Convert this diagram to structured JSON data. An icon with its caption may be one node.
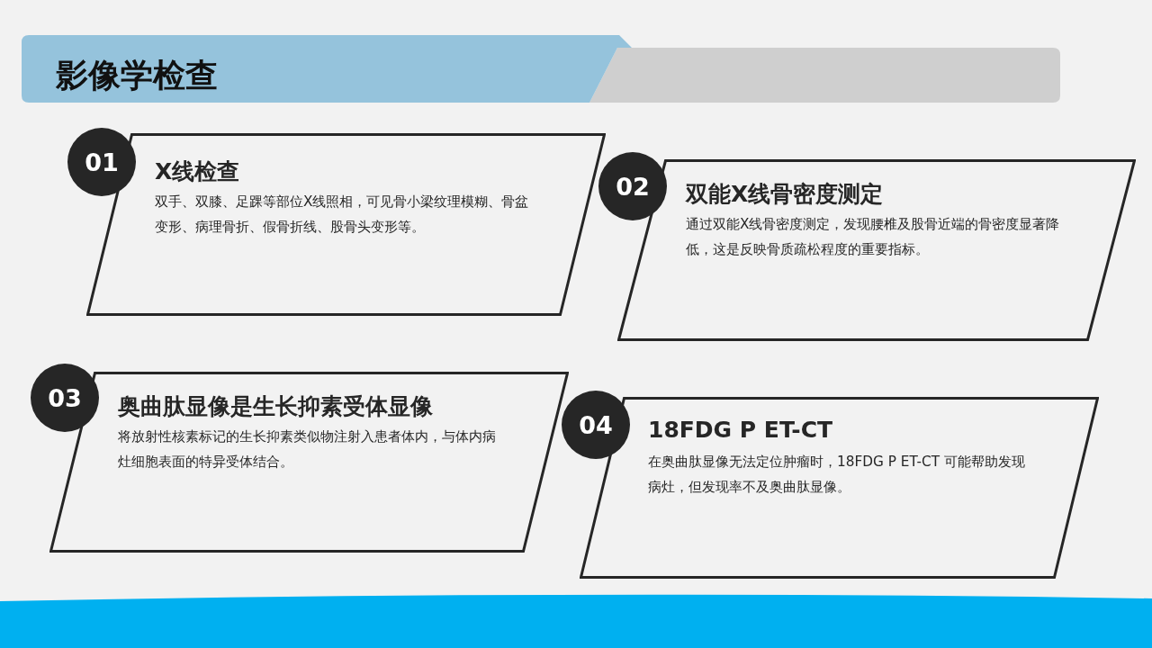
{
  "diagram": {
    "title": "影像学检查",
    "nodes": [
      {
        "text": [
          "01"
        ]
      },
      {
        "text": [
          "X线检查",
          "双手、双膝、足踝等部位X线照相，可见骨小梁纹理模糊、骨盆变形、病理骨折、假骨折线、股骨头变形等。"
        ]
      },
      {
        "text": [
          "02"
        ]
      },
      {
        "text": [
          "双能X线骨密度测定",
          "通过双能X线骨密度测定，发现腰椎及股骨近端的骨密度显著降低，这是反映骨质疏松程度的重要指标。"
        ]
      },
      {
        "text": [
          "03"
        ]
      },
      {
        "text": [
          "奥曲肽显像是生长抑素受体显像",
          "将放射性核素标记的生长抑素类似物注射入患者体内，与体内病灶细胞表面的特异受体结合。"
        ]
      },
      {
        "text": [
          "04"
        ]
      },
      {
        "text": [
          "18FDG P ET-CT",
          "在奥曲肽显像无法定位肿瘤时，18FDG P ET-CT 可能帮助发现病灶，但发现率不及奥曲肽显像。"
        ]
      }
    ]
  }
}
